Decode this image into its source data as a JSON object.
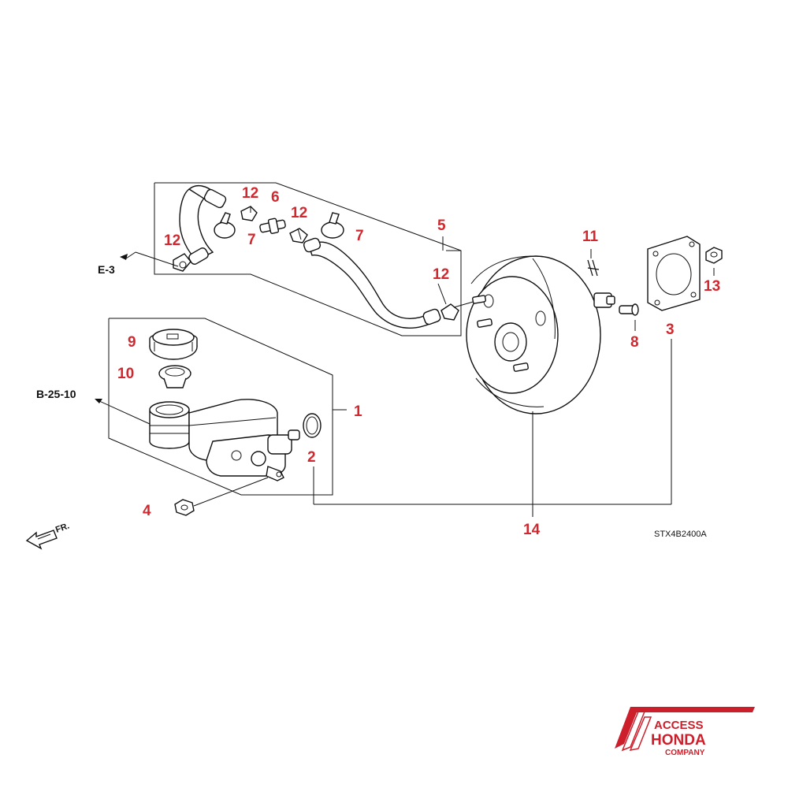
{
  "callouts": [
    "1",
    "2",
    "3",
    "4",
    "5",
    "6",
    "7",
    "7",
    "8",
    "9",
    "10",
    "11",
    "12",
    "12",
    "12",
    "12",
    "13",
    "14"
  ],
  "refs": {
    "e3": "E-3",
    "b2510": "B-25-10"
  },
  "front_marker": "FR.",
  "diagram_code": "STX4B2400A",
  "logo": {
    "line1": "ACCESS",
    "line2": "HONDA",
    "line3": "COMPANY",
    "color": "#cc1f2b"
  },
  "colors": {
    "callout": "#d0282e",
    "line": "#111111"
  }
}
